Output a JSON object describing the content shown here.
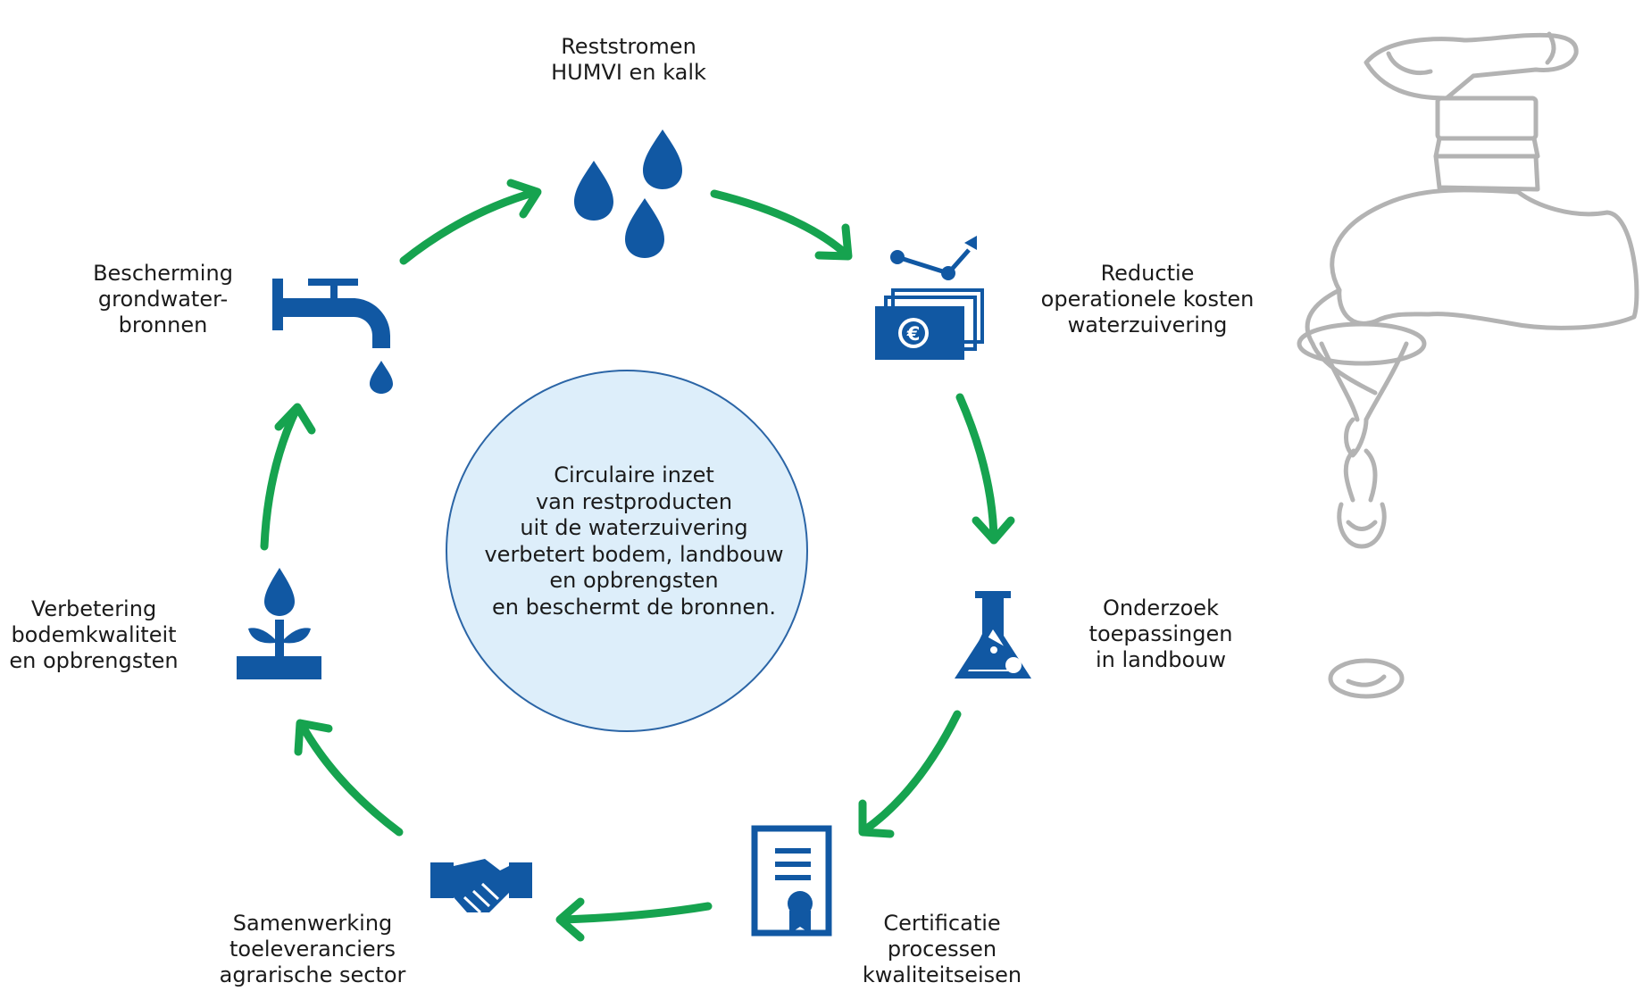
{
  "colors": {
    "icon_blue": "#1158A3",
    "arrow_green": "#16A34F",
    "center_fill": "#DDEEFA",
    "center_stroke": "#2B65A6",
    "faucet_gray": "#B3B3B3"
  },
  "center": {
    "text": "Circulaire inzet\nvan restproducten\nuit de waterzuivering\nverbetert bodem, landbouw\nen opbrengsten\nen beschermt de bronnen."
  },
  "steps": [
    {
      "icon": "water-drops-icon",
      "label": "Reststromen\nHUMVI en kalk"
    },
    {
      "icon": "money-chart-icon",
      "label": "Reductie\noperationele kosten\nwaterzuivering"
    },
    {
      "icon": "flask-icon",
      "label": "Onderzoek\ntoepassingen\nin landbouw"
    },
    {
      "icon": "certificate-icon",
      "label": "Certificatie\nprocessen\nkwaliteitseisen"
    },
    {
      "icon": "handshake-icon",
      "label": "Samenwerking\ntoeleveranciers\nagrarische sector"
    },
    {
      "icon": "plant-icon",
      "label": "Verbetering\nbodemkwaliteit\nen opbrengsten"
    },
    {
      "icon": "water-tap-icon",
      "label": "Bescherming\ngrondwater-\nbronnen"
    }
  ]
}
